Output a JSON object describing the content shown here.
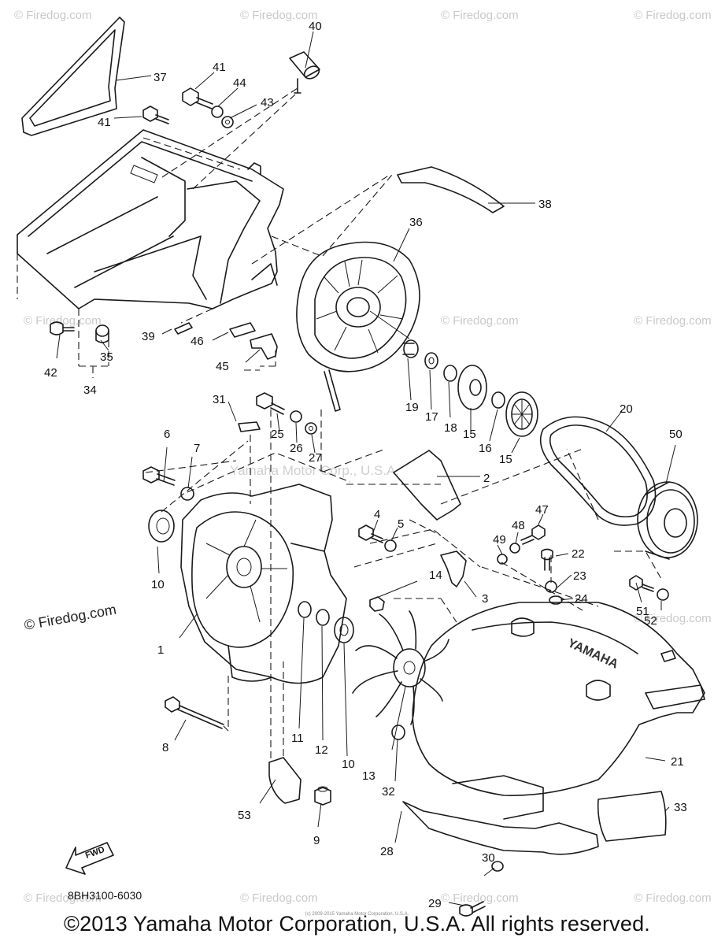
{
  "diagram": {
    "watermark_text": "© Firedog.com",
    "center_watermark": "Yamaha Motor Corp., U.S.A.",
    "drawing_code": "8BH3100-6030",
    "fwd_arrow_label": "FWD",
    "copyright": "©2013 Yamaha Motor Corporation, U.S.A. All rights reserved.",
    "small_print": "(c) 2009-2015 Yamaha Motor Corporation, U.S.A.",
    "callouts": [
      "1",
      "2",
      "3",
      "4",
      "5",
      "6",
      "7",
      "8",
      "9",
      "10",
      "10",
      "11",
      "12",
      "13",
      "14",
      "15",
      "15",
      "16",
      "17",
      "18",
      "19",
      "20",
      "21",
      "22",
      "23",
      "24",
      "25",
      "26",
      "27",
      "28",
      "29",
      "30",
      "31",
      "32",
      "33",
      "34",
      "35",
      "36",
      "37",
      "38",
      "39",
      "40",
      "41",
      "41",
      "42",
      "43",
      "44",
      "45",
      "46",
      "47",
      "48",
      "49",
      "50",
      "51",
      "52",
      "53"
    ]
  }
}
